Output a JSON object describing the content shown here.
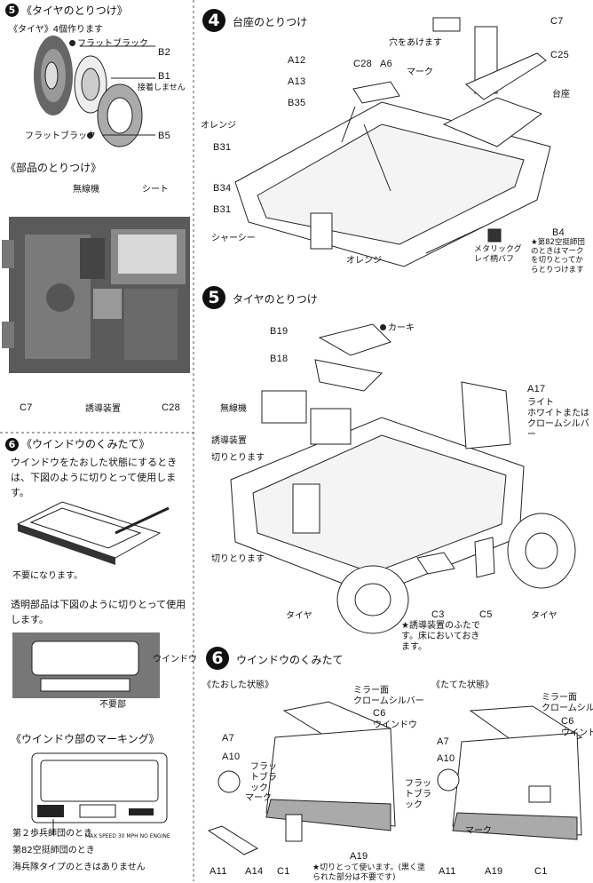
{
  "left": {
    "s5_title": "《タイヤのとりつけ》",
    "s5_sub": "《タイヤ》4個作ります",
    "flat_black": "フラットブラック",
    "b2": "B2",
    "b1": "B1",
    "no_glue": "接着しません",
    "flat_black2": "フラットブラック",
    "b5": "B5",
    "parts_title": "《部品のとりつけ》",
    "radio": "無線機",
    "seat": "シート",
    "c7": "C7",
    "guidance": "誘導装置",
    "c28": "C28",
    "s6_title": "《ウインドウのくみたて》",
    "s6_text": "ウインドウをたおした状態にするときは、下図のように切りとって使用します。",
    "unneeded": "不要になります。",
    "clear_text": "透明部品は下図のように切りとって使用します。",
    "window": "ウインドウ",
    "unneeded2": "不要部",
    "marking_title": "《ウインドウ部のマーキング》",
    "marking1": "第２歩兵師団のとき",
    "marking2": "第82空挺師団のとき",
    "marking3": "海兵隊タイプのときはありません",
    "placard": "MAX SPEED 30 MPH NO ENGINE"
  },
  "right": {
    "s4_num": "4",
    "s4_title": "台座のとりつけ",
    "c7": "C7",
    "hole": "穴をあけます",
    "c25": "C25",
    "a12": "A12",
    "c28": "C28",
    "a6": "A6",
    "mark": "マーク",
    "pedestal": "台座",
    "a13": "A13",
    "b35": "B35",
    "orange": "オレンジ",
    "b31": "B31",
    "b34": "B34",
    "b31b": "B31",
    "chassis": "シャーシー",
    "orange2": "オレンジ",
    "b4": "B4",
    "b4_note": "★第82空挺師団のときはマークを切りとってからとりつけます",
    "metallic": "メタリックグレイ柄バフ",
    "s5_num": "5",
    "s5_title": "タイヤのとりつけ",
    "khaki": "カーキ",
    "b19": "B19",
    "b18": "B18",
    "a17": "A17",
    "light": "ライト",
    "light_color": "ホワイトまたはクロームシルバー",
    "radio": "無線機",
    "guidance": "誘導装置",
    "cut1": "切りとります",
    "cut2": "切りとります",
    "tire": "タイヤ",
    "c3": "C3",
    "c5": "C5",
    "tire2": "タイヤ",
    "guidance_note": "★誘導装置のふたです。床においておきます。",
    "s6_num": "6",
    "s6_title": "ウインドウのくみたて",
    "down_state": "《たおした状態》",
    "up_state": "《たてた状態》",
    "mirror": "ミラー面",
    "chrome": "クロームシルバー",
    "c6": "C6",
    "window": "ウインドウ",
    "a7": "A7",
    "a10": "A10",
    "flat_black": "フラットブラック",
    "a11": "A11",
    "a14": "A14",
    "c1": "C1",
    "a19": "A19",
    "cut_note": "★切りとって使います。(黒く塗られた部分は不要です)",
    "mirror2": "ミラー面",
    "chrome2": "クロームシルバー",
    "c6b": "C6",
    "window2": "ウインドウ",
    "a7b": "A7",
    "a10b": "A10",
    "flat_black2": "フラットブラック",
    "mark2": "マーク",
    "a11b": "A11",
    "a19b": "A19",
    "c1b": "C1"
  }
}
